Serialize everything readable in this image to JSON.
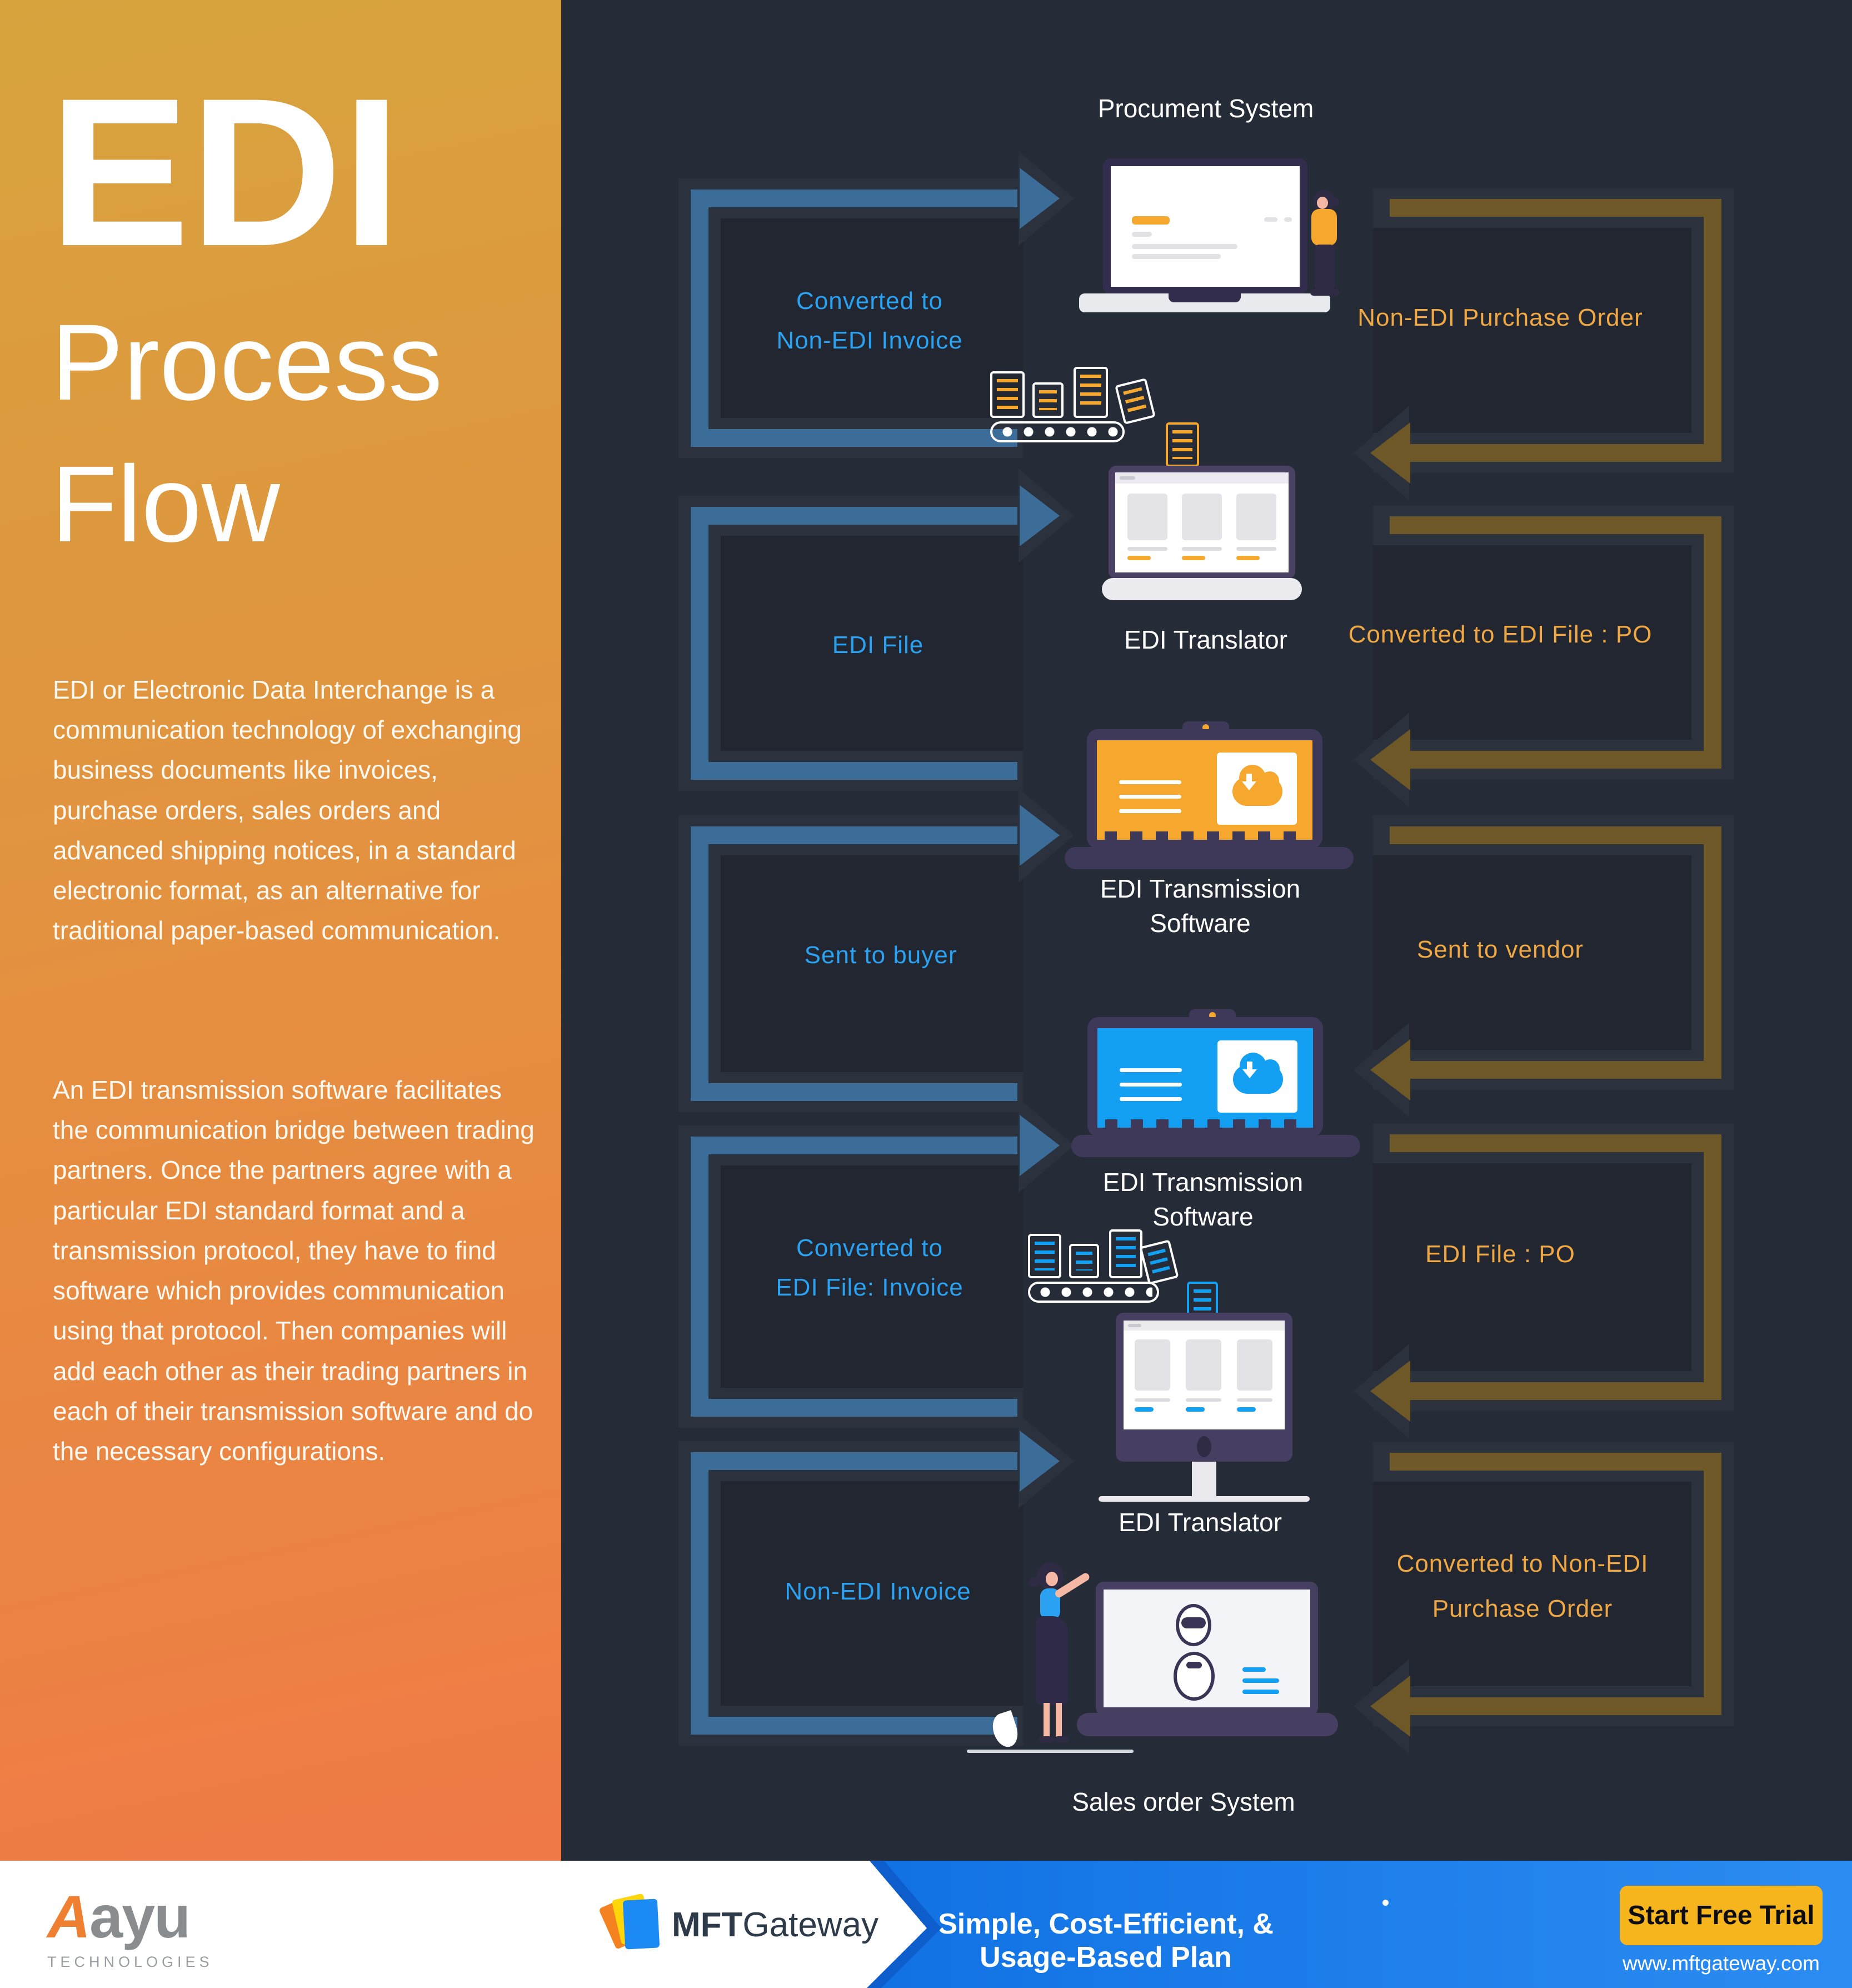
{
  "left_panel": {
    "title1": "EDI",
    "title2": "Process",
    "title3": "Flow",
    "para1": "EDI or Electronic Data Interchange is a communication technology of exchanging business documents like invoices, purchase orders, sales orders and advanced shipping notices, in a standard electronic format, as an alternative for traditional paper-based communication.",
    "para2": "An EDI transmission software facilitates the communication bridge between trading partners. Once the partners agree with a particular EDI standard format and a transmission protocol, they have to find software which provides communication using that protocol. Then companies will add each other as their trading partners in each of their transmission software and do the necessary configurations."
  },
  "diagram": {
    "nodes": {
      "procurement_label": "Procument System",
      "translator_top_label": "EDI Translator",
      "transmission1_line1": "EDI Transmission",
      "transmission1_line2": "Software",
      "transmission2_line1": "EDI Transmission",
      "transmission2_line2": "Software",
      "translator_bottom_label": "EDI Translator",
      "sales_label": "Sales order System"
    },
    "left_labels": {
      "step1_line1": "Converted to",
      "step1_line2": "Non-EDI Invoice",
      "step2": "EDI File",
      "step3": "Sent to buyer",
      "step4_line1": "Converted to",
      "step4_line2": "EDI File: Invoice",
      "step5": "Non-EDI Invoice"
    },
    "right_labels": {
      "step1": "Non-EDI Purchase Order",
      "step2": "Converted to EDI File : PO",
      "step3": "Sent to vendor",
      "step4": "EDI File : PO",
      "step5_line1": "Converted to Non-EDI",
      "step5_line2": "Purchase Order"
    },
    "colors": {
      "arrow_blue": "#3c6d99",
      "arrow_gold": "#6f5827",
      "label_blue": "#2ba2f1",
      "label_orange": "#efa843",
      "accent_orange": "#f6a72e",
      "accent_blue": "#14a0f2",
      "background_dark": "#262c37",
      "panel_gradient_top": "#d7a33d",
      "panel_gradient_bottom": "#f07a46"
    }
  },
  "footer": {
    "aayu_a": "A",
    "aayu_rest": "ayu",
    "aayu_sub": "TECHNOLOGIES",
    "mft_bold": "MFT",
    "mft_rest": "Gateway",
    "banner": "Simple, Cost-Efficient, & Usage-Based Plan",
    "cta": "Start Free Trial",
    "url": "www.mftgateway.com",
    "cta_color": "#f6b51d",
    "banner_blue": "#1573e8"
  }
}
